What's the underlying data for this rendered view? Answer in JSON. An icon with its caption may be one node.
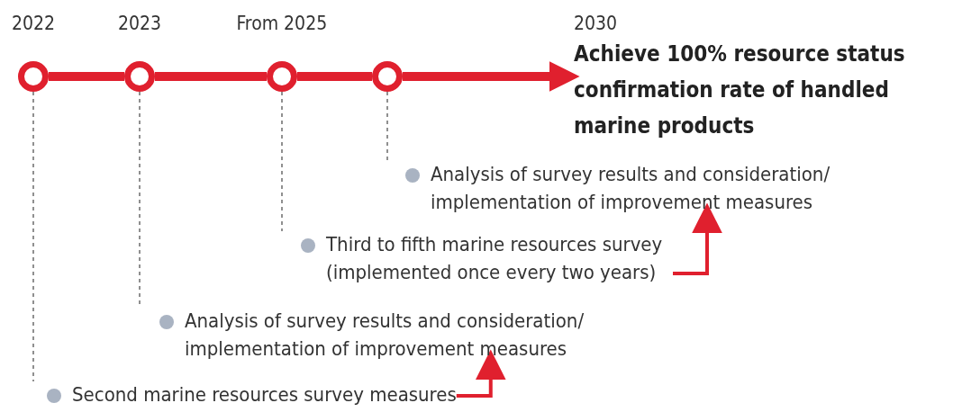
{
  "diagram": {
    "nodes": [
      {
        "text": [],
        "shape": "circle",
        "beside": [
          "2022"
        ]
      },
      {
        "text": [],
        "shape": "circle",
        "beside": [
          "2023"
        ]
      },
      {
        "text": [],
        "shape": "circle",
        "beside": [
          "From 2025"
        ]
      },
      {
        "text": [],
        "shape": "circle"
      },
      {
        "text": [
          "2030",
          "Achieve 100% resource status confirmation rate of handled marine products"
        ]
      },
      {
        "text": [
          "Analysis of survey results and consideration/ implementation of improvement measures"
        ]
      },
      {
        "text": [
          "Third to fifth marine resources survey (implemented once every two years)"
        ]
      },
      {
        "text": [
          "Analysis of survey results and consideration/ implementation of improvement measures"
        ]
      },
      {
        "text": [
          "Second marine resources survey measures"
        ]
      }
    ],
    "edges": [
      {
        "from": 0,
        "to": 1,
        "arrow": "none",
        "style": "thick",
        "color": "#e0202e"
      },
      {
        "from": 1,
        "to": 2,
        "arrow": "none",
        "style": "thick",
        "color": "#e0202e"
      },
      {
        "from": 2,
        "to": 3,
        "arrow": "none",
        "style": "thick",
        "color": "#e0202e"
      },
      {
        "from": 3,
        "to": 4,
        "arrow": "to",
        "style": "thick",
        "color": "#e0202e"
      },
      {
        "from": 3,
        "to": 5,
        "arrow": "none",
        "style": "dashed",
        "color": "#555555"
      },
      {
        "from": 2,
        "to": 6,
        "arrow": "none",
        "style": "dashed",
        "color": "#555555"
      },
      {
        "from": 1,
        "to": 7,
        "arrow": "none",
        "style": "dashed",
        "color": "#555555"
      },
      {
        "from": 0,
        "to": 8,
        "arrow": "none",
        "style": "dashed",
        "color": "#555555"
      },
      {
        "from": 8,
        "to": 7,
        "arrow": "to",
        "color": "#e0202e"
      },
      {
        "from": 6,
        "to": 5,
        "arrow": "to",
        "color": "#e0202e"
      }
    ]
  }
}
